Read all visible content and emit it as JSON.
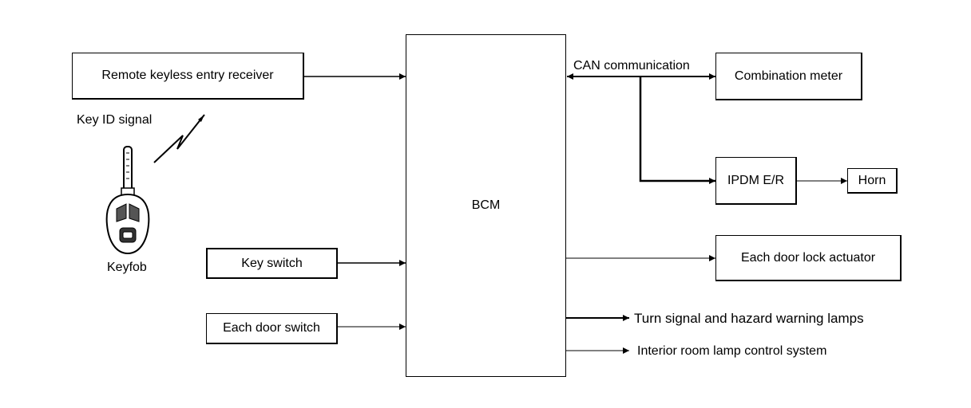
{
  "blocks": {
    "remote_receiver": "Remote keyless entry receiver",
    "bcm": "BCM",
    "combination_meter": "Combination meter",
    "ipdm": "IPDM E/R",
    "horn": "Horn",
    "door_lock_actuator": "Each door lock actuator",
    "key_switch": "Key switch",
    "door_switch": "Each door switch"
  },
  "labels": {
    "key_id_signal": "Key ID signal",
    "keyfob": "Keyfob",
    "can": "CAN communication",
    "turn_signal": "Turn signal and hazard warning lamps",
    "interior_lamp": "Interior room lamp control system"
  }
}
